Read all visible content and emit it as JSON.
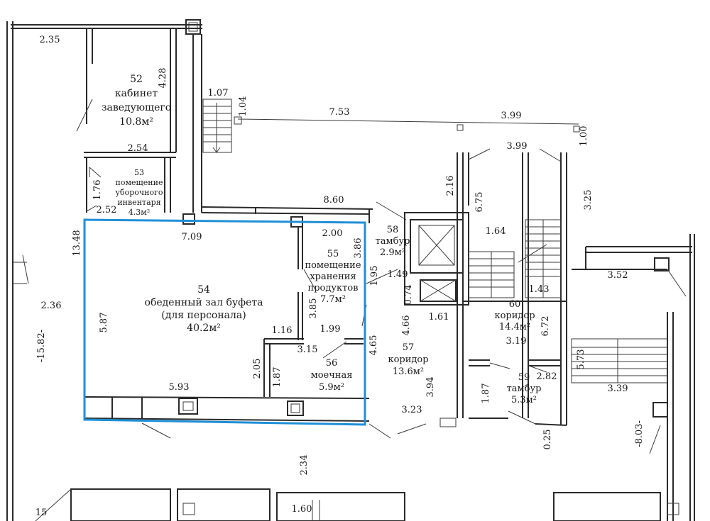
{
  "rooms": [
    {
      "id": "52",
      "num": "52",
      "lines": [
        "кабинет",
        "заведующего"
      ],
      "area": "10.8м²"
    },
    {
      "id": "53",
      "num": "53",
      "lines": [
        "помещение",
        "уборочного",
        "инвентаря"
      ],
      "area": "4.3м²"
    },
    {
      "id": "54",
      "num": "54",
      "lines": [
        "обеденный зал буфета",
        "(для персонала)"
      ],
      "area": "40.2м²"
    },
    {
      "id": "55",
      "num": "55",
      "lines": [
        "помещение",
        "хранения",
        "продуктов"
      ],
      "area": "7.7м²"
    },
    {
      "id": "56",
      "num": "56",
      "lines": [
        "моечная"
      ],
      "area": "5.9м²"
    },
    {
      "id": "57",
      "num": "57",
      "lines": [
        "коридор"
      ],
      "area": "13.6м²"
    },
    {
      "id": "58",
      "num": "58",
      "lines": [
        "тамбур"
      ],
      "area": "2.9м²"
    },
    {
      "id": "59",
      "num": "59",
      "lines": [
        "тамбур"
      ],
      "area": "5.3м²"
    },
    {
      "id": "60",
      "num": "60",
      "lines": [
        "коридор"
      ],
      "area": "14.4м²"
    }
  ],
  "dimensions": [
    "2.35",
    "4.28",
    "1.07",
    "1.04",
    "7.53",
    "3.99",
    "3.99",
    "1.00",
    "2.54",
    "1.76",
    "2.52",
    "8.60",
    "2.16",
    "6.75",
    "3.25",
    "13.48",
    "7.09",
    "2.00",
    "3.86",
    "1.95",
    "1.49",
    "0.74",
    "1.64",
    "1.43",
    "3.52",
    "2.36",
    "5.87",
    "1.16",
    "3.85",
    "1.99",
    "3.15",
    "4.65",
    "4.66",
    "1.61",
    "6.72",
    "3.19",
    "-15.82-",
    "2.05",
    "1.87",
    "5.93",
    "3.94",
    "2.82",
    "5.73",
    "3.39",
    "1.87",
    "3.23",
    "0.25",
    "-8.03-",
    "2.34",
    "1.60",
    "15"
  ],
  "colors": {
    "highlight": "#1f8fd6",
    "ink": "#2a2a2a",
    "paper": "#ffffff"
  }
}
